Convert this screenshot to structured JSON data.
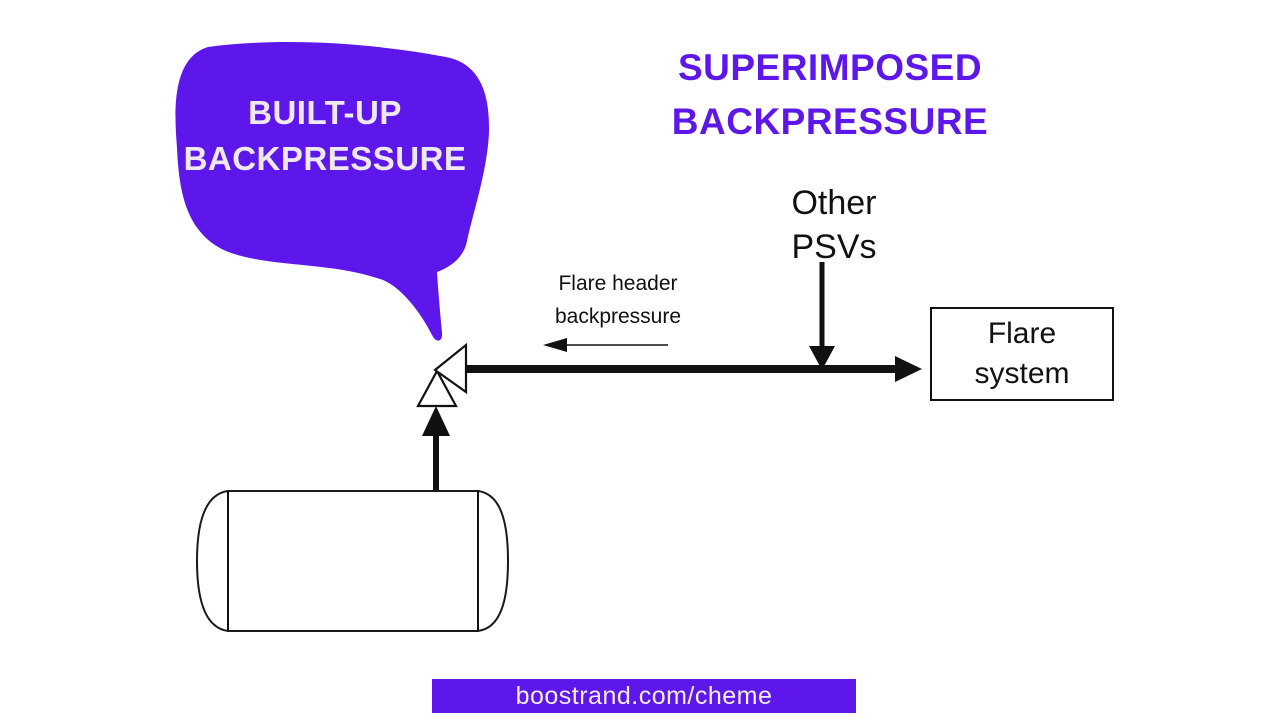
{
  "colors": {
    "purple": "#5E17EB",
    "bubble_text": "#EDE8F2",
    "ink": "#111111",
    "white": "#ffffff"
  },
  "bubble": {
    "text": "BUILT-UP\nBACKPRESSURE"
  },
  "title": {
    "text": "SUPERIMPOSED\nBACKPRESSURE"
  },
  "labels": {
    "other_psvs": "Other\nPSVs",
    "flare_header": "Flare header\nbackpressure",
    "flare_system": "Flare\nsystem"
  },
  "icons": {
    "speech_bubble": "speech-bubble-shape",
    "psv_valve": "relief-valve-symbol",
    "vessel": "horizontal-drum-vessel",
    "pipe_to_flare": "flare-header-pipe-arrow",
    "other_psvs_arrow": "other-psvs-inlet-arrow",
    "backpressure_arrow": "backpressure-direction-arrow",
    "vessel_outlet_arrow": "vessel-to-psv-arrow"
  },
  "footer": {
    "url": "boostrand.com/cheme"
  }
}
